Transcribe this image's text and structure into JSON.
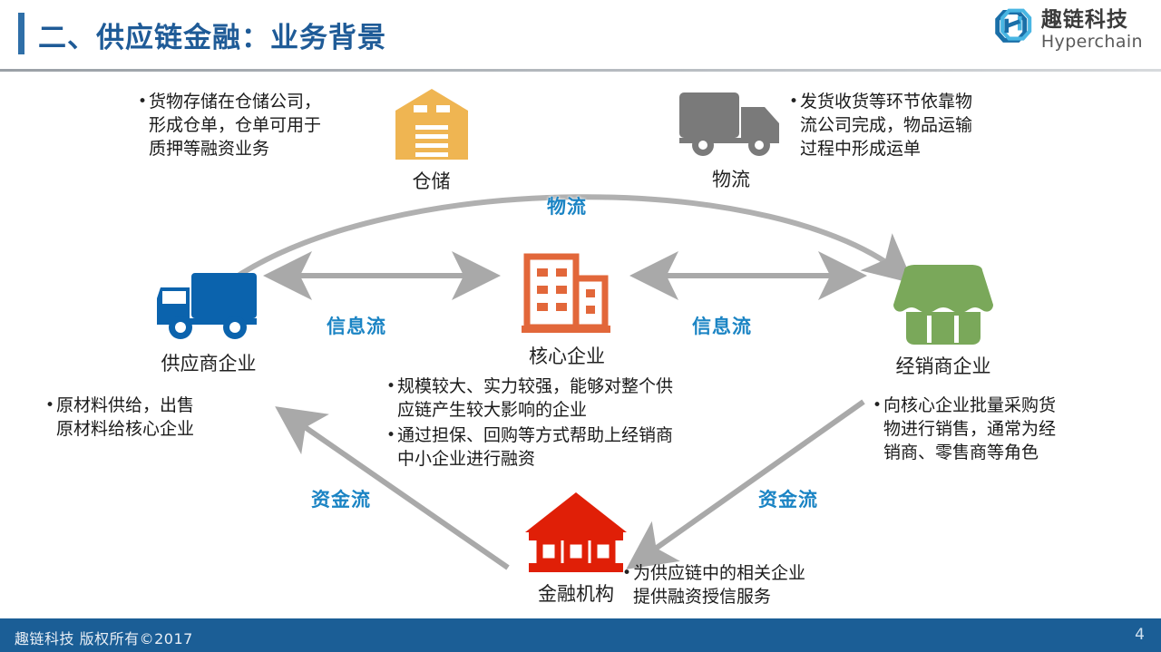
{
  "header": {
    "title": "二、供应链金融：业务背景",
    "accent_color": "#1f5b97",
    "logo_cn": "趣链科技",
    "logo_en": "Hyperchain"
  },
  "footer": {
    "copyright": "趣链科技 版权所有©2017",
    "page_number": "4",
    "bar_color": "#1b5e96"
  },
  "nodes": {
    "warehouse": {
      "label": "仓储",
      "color": "#efb552",
      "icon": "warehouse-icon"
    },
    "logistics": {
      "label": "物流",
      "color": "#7a7a7a",
      "icon": "truck-icon"
    },
    "supplier": {
      "label": "供应商企业",
      "color": "#0b63ad",
      "icon": "truck-icon"
    },
    "core": {
      "label": "核心企业",
      "color": "#e2673a",
      "icon": "office-building-icon"
    },
    "dealer": {
      "label": "经销商企业",
      "color": "#7aa85a",
      "icon": "storefront-icon"
    },
    "bank": {
      "label": "金融机构",
      "color": "#e01f07",
      "icon": "bank-icon"
    }
  },
  "notes": {
    "warehouse": [
      "货物存储在仓储公司，\n形成仓单，仓单可用于\n质押等融资业务"
    ],
    "logistics": [
      "发货收货等环节依靠物\n流公司完成，物品运输\n过程中形成运单"
    ],
    "supplier": [
      "原材料供给，出售\n原材料给核心企业"
    ],
    "core": [
      "规模较大、实力较强，能够对整个供\n应链产生较大影响的企业",
      "通过担保、回购等方式帮助上经销商\n中小企业进行融资"
    ],
    "dealer": [
      "向核心企业批量采购货\n物进行销售，通常为经\n销商、零售商等角色"
    ],
    "bank": [
      "为供应链中的相关企业\n提供融资授信服务"
    ]
  },
  "flows": {
    "logistics_label": "物流",
    "info_left_label": "信息流",
    "info_right_label": "信息流",
    "capital_left_label": "资金流",
    "capital_right_label": "资金流",
    "arrow_color": "#a9a9a9",
    "label_color": "#1b84c4"
  }
}
